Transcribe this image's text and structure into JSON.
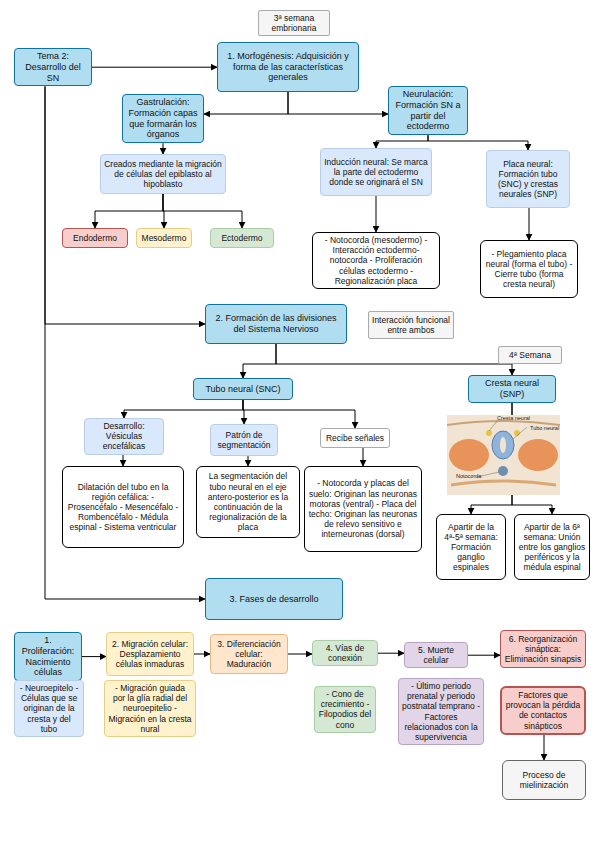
{
  "diagram": {
    "nodes": [
      {
        "text": [
          "3ª semana embrionaria"
        ]
      },
      {
        "text": [
          "Tema 2: Desarrollo del SN"
        ]
      },
      {
        "text": [
          "1. Morfogénesis: Adquisición y forma de las características generales"
        ]
      },
      {
        "text": [
          "Gastrulación: Formación capas que formarán los órganos"
        ]
      },
      {
        "text": [
          "Neurulación: Formación SN a partir del ectodermo"
        ]
      },
      {
        "text": [
          "Creados mediante la migración de células del epiblasto al hipoblasto"
        ]
      },
      {
        "text": [
          "Inducción neural: Se marca la parte del ectodermo donde se originará el SN"
        ]
      },
      {
        "text": [
          "Placa neural: Formación tubo (SNC) y crestas neurales (SNP)"
        ]
      },
      {
        "text": [
          "Endodermo"
        ]
      },
      {
        "text": [
          "Mesodermo"
        ]
      },
      {
        "text": [
          "Ectodermo"
        ]
      },
      {
        "text": [
          "- Notocorda (mesodermo) - Interacción ectodermo- notocorda - Proliferación células ectodermo - Regionalización placa"
        ]
      },
      {
        "text": [
          "- Plegamiento placa neural (forma el tubo) - Cierre tubo (forma cresta neural)"
        ]
      },
      {
        "text": [
          "2. Formación de las divisiones del Sistema Nervioso"
        ]
      },
      {
        "text": [
          "Interacción funcional entre ambos"
        ]
      },
      {
        "text": [
          "4ª Semana"
        ]
      },
      {
        "text": [
          "Tubo neural (SNC)"
        ]
      },
      {
        "text": [
          "Cresta neural (SNP)"
        ]
      },
      {
        "text": [
          "Desarrollo: Vésiculas encefálicas"
        ]
      },
      {
        "text": [
          "Patrón de segmentación"
        ]
      },
      {
        "text": [
          "Recibe señales"
        ]
      },
      {
        "text": [
          "Dilatación del tubo en la región cefálica: - Prosencéfalo - Mesencéfalo - Rombencéfalo - Médula espinal - Sistema ventricular"
        ]
      },
      {
        "text": [
          "La segmentación del tubo neural en el eje antero-posterior es la continuación de la regionalización de la placa"
        ]
      },
      {
        "text": [
          "- Notocorda y placas del suelo: Originan las neuronas motoras (ventral) - Placa del techo: Originan las neuronas de relevo sensitivo e interneuronas (dorsal)"
        ]
      },
      {
        "text": [
          "Apartir de la 4ª-5ª semana: Formación ganglio espinales"
        ]
      },
      {
        "text": [
          "Apartir de la 6ª semana: Unión entre los ganglios periféricos y la médula espinal"
        ]
      },
      {
        "text": [
          "3. Fases de desarrollo"
        ]
      },
      {
        "text": [
          "1. Proliferación: Nacimiento células"
        ]
      },
      {
        "text": [
          "2. Migración celular: Desplazamiento células inmaduras"
        ]
      },
      {
        "text": [
          "3. Diferenciación celular: Maduración"
        ]
      },
      {
        "text": [
          "4. Vías de conexión"
        ]
      },
      {
        "text": [
          "5. Muerte celular"
        ]
      },
      {
        "text": [
          "6. Reorganización sináptica: Eliminación sinapsis"
        ]
      },
      {
        "text": [
          "- Neuroepitelo - Células que se originan de la cresta y del tubo"
        ]
      },
      {
        "text": [
          "- Migración guiada por la glía radial del neuroepitelio - Migración en la cresta nural"
        ]
      },
      {
        "text": [
          "- Cono de crecimiento - Filopodios del cono"
        ]
      },
      {
        "text": [
          "- Último periodo prenatal y periodo postnatal temprano - Factores relacionados con la supervivencia"
        ]
      },
      {
        "text": [
          "Factores que provocan la pérdida de contactos sinápticos"
        ]
      },
      {
        "text": [
          "Proceso de mielinización"
        ]
      }
    ],
    "edges": [
      {
        "from": 1,
        "to": 2,
        "arrow": "to"
      },
      {
        "from": 1,
        "to": 13,
        "arrow": "to"
      },
      {
        "from": 1,
        "to": 26,
        "arrow": "to"
      },
      {
        "from": 2,
        "to": 3,
        "arrow": "to"
      },
      {
        "from": 2,
        "to": 4,
        "arrow": "to"
      },
      {
        "from": 3,
        "to": 5,
        "arrow": "to"
      },
      {
        "from": 5,
        "to": 8,
        "arrow": "to"
      },
      {
        "from": 5,
        "to": 9,
        "arrow": "to"
      },
      {
        "from": 5,
        "to": 10,
        "arrow": "to"
      },
      {
        "from": 4,
        "to": 6,
        "arrow": "to"
      },
      {
        "from": 4,
        "to": 7,
        "arrow": "to"
      },
      {
        "from": 6,
        "to": 11,
        "arrow": "to"
      },
      {
        "from": 7,
        "to": 12,
        "arrow": "to"
      },
      {
        "from": 13,
        "to": 16,
        "arrow": "to"
      },
      {
        "from": 13,
        "to": 17,
        "arrow": "to"
      },
      {
        "from": 16,
        "to": 18,
        "arrow": "to"
      },
      {
        "from": 16,
        "to": 19,
        "arrow": "to"
      },
      {
        "from": 16,
        "to": 20,
        "arrow": "to"
      },
      {
        "from": 18,
        "to": 21,
        "arrow": "to"
      },
      {
        "from": 19,
        "to": 22,
        "arrow": "to"
      },
      {
        "from": 20,
        "to": 23,
        "arrow": "to"
      },
      {
        "from": 17,
        "to": 24,
        "arrow": "to"
      },
      {
        "from": 17,
        "to": 25,
        "arrow": "to"
      },
      {
        "from": 27,
        "to": 28,
        "arrow": "to"
      },
      {
        "from": 28,
        "to": 29,
        "arrow": "to"
      },
      {
        "from": 29,
        "to": 30,
        "arrow": "to"
      },
      {
        "from": 30,
        "to": 31,
        "arrow": "to"
      },
      {
        "from": 31,
        "to": 32,
        "arrow": "to"
      },
      {
        "from": 37,
        "to": 38,
        "arrow": "to"
      }
    ],
    "labels": [
      "Cresta neural",
      "Tubo neural",
      "Notocorda"
    ]
  }
}
